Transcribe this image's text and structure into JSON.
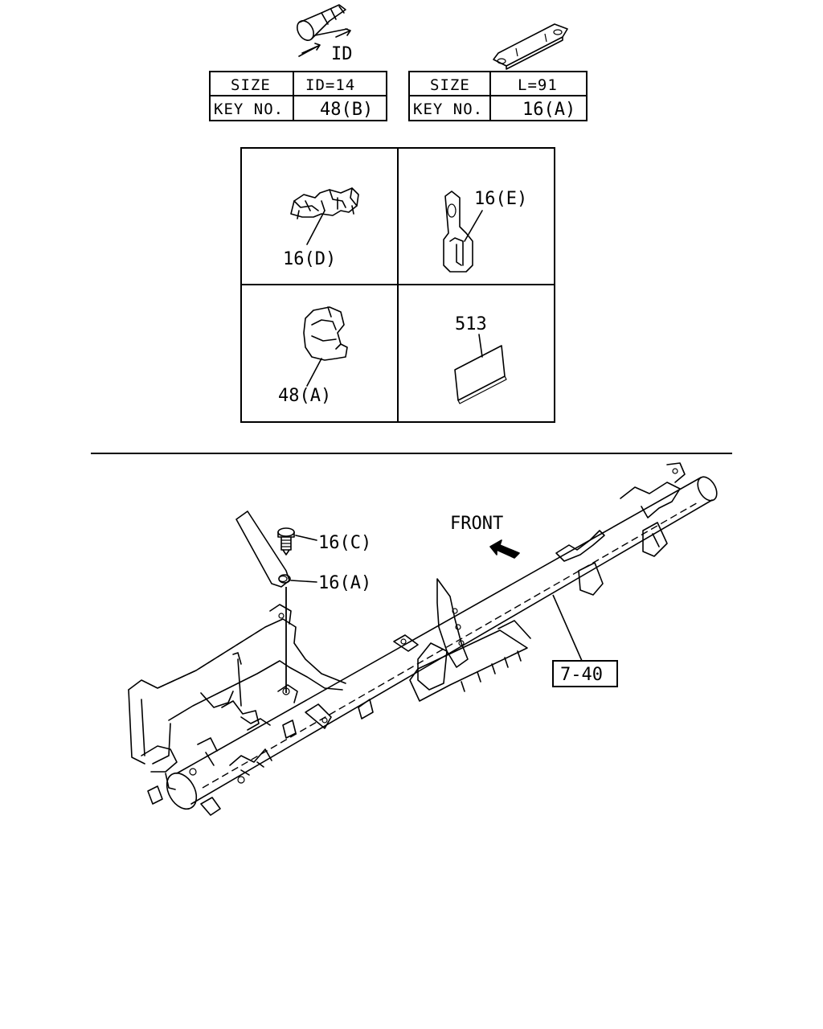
{
  "clip_spec": {
    "dimension_label": "ID",
    "size_header": "SIZE",
    "size_value": "ID=14",
    "key_header": "KEY NO.",
    "key_value": "48(B)"
  },
  "strap_spec": {
    "size_header": "SIZE",
    "size_value": "L=91",
    "key_header": "KEY NO.",
    "key_value": "16(A)"
  },
  "parts_grid": {
    "part_16d": "16(D)",
    "part_16e": "16(E)",
    "part_48a": "48(A)",
    "part_513": "513"
  },
  "assembly": {
    "front_label": "FRONT",
    "callout_16c": "16(C)",
    "callout_16a": "16(A)",
    "ref_box": "7-40"
  }
}
